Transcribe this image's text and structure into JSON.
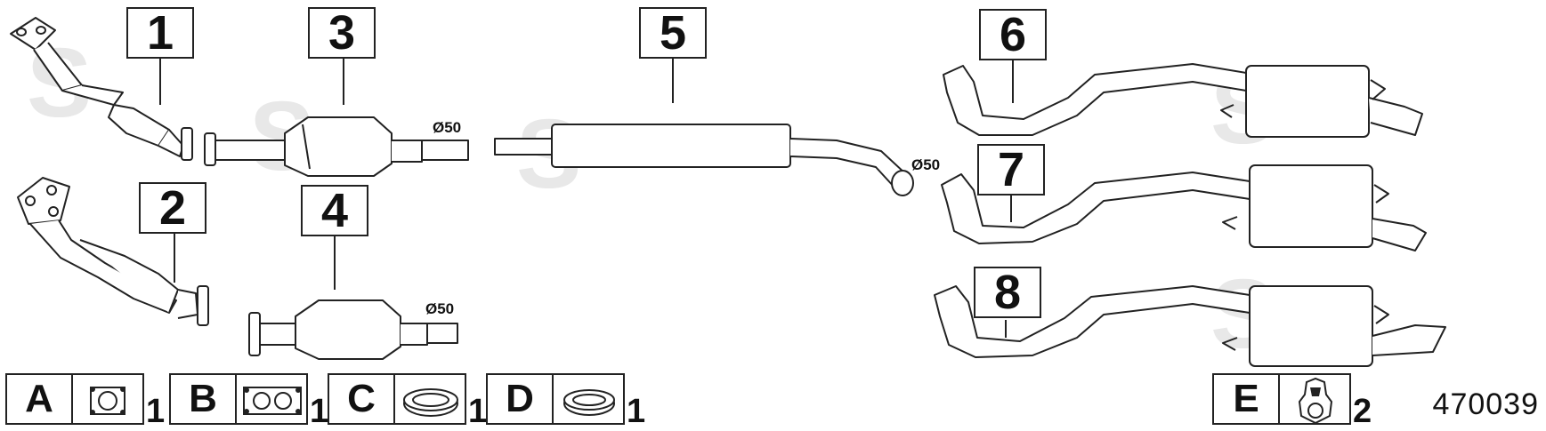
{
  "callouts": [
    "1",
    "2",
    "3",
    "4",
    "5",
    "6",
    "7",
    "8"
  ],
  "dimensions": {
    "d3": "Ø50",
    "d4": "Ø50",
    "d5": "Ø50"
  },
  "gaskets": [
    {
      "letter": "A",
      "qty": "1",
      "icon": "square-flange-gasket-icon"
    },
    {
      "letter": "B",
      "qty": "1",
      "icon": "double-flange-gasket-icon"
    },
    {
      "letter": "C",
      "qty": "1",
      "icon": "ring-gasket-icon"
    },
    {
      "letter": "D",
      "qty": "1",
      "icon": "ring-gasket-icon"
    },
    {
      "letter": "E",
      "qty": "2",
      "icon": "rubber-hanger-icon"
    }
  ],
  "diagram_id": "470039"
}
